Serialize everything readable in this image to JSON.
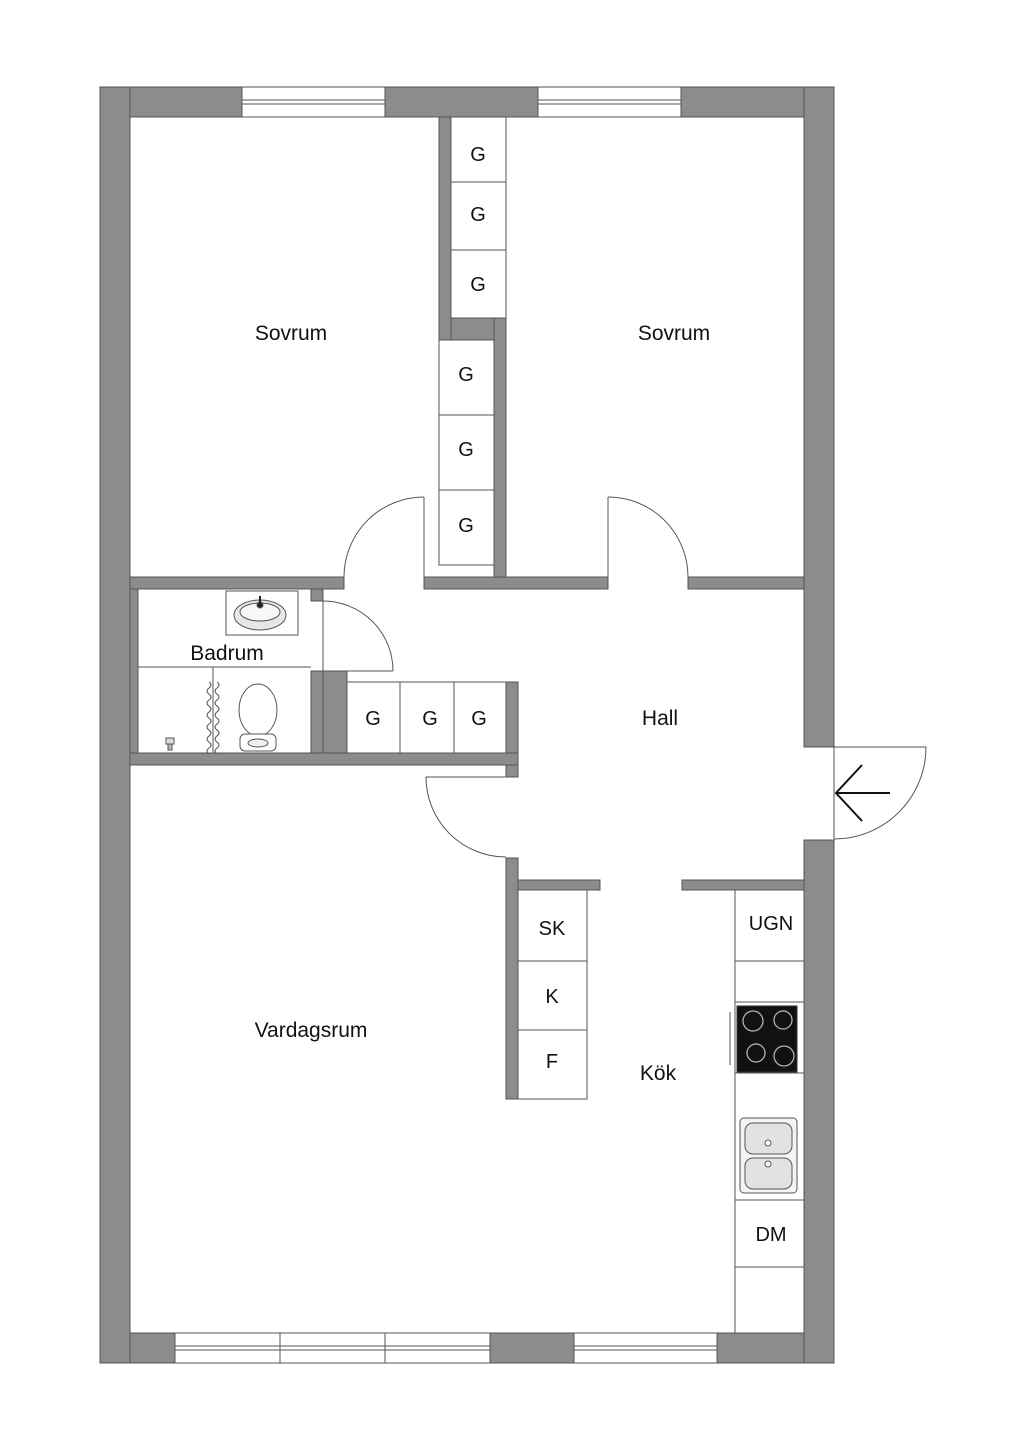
{
  "rooms": {
    "bedroom_left": "Sovrum",
    "bedroom_right": "Sovrum",
    "bathroom": "Badrum",
    "hall": "Hall",
    "living_room": "Vardagsrum",
    "kitchen": "Kök"
  },
  "fixtures": {
    "wardrobe": "G",
    "broom_closet": "SK",
    "fridge": "K",
    "freezer": "F",
    "oven": "UGN",
    "dishwasher": "DM"
  },
  "colors": {
    "wall": "#8c8c8c",
    "line": "#555555",
    "background": "#ffffff",
    "hob": "#111111"
  }
}
